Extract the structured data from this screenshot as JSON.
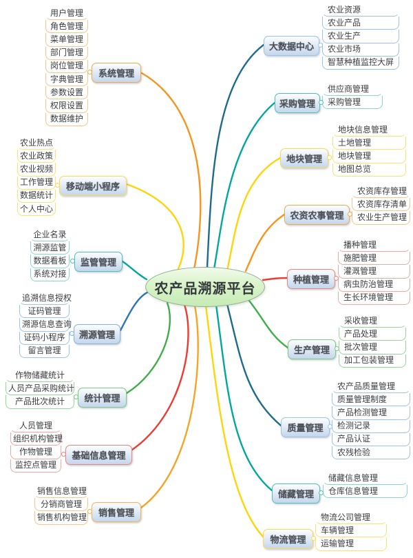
{
  "central": {
    "label": "农产品溯源平台",
    "fill": "#d9f3c9",
    "border_color": "#95ab8f"
  },
  "branches": [
    {
      "id": "system",
      "label": "系统管理",
      "side": "left",
      "line_color": "#f7941e",
      "border_color": "#f8a64a",
      "child_color": "#fbc488",
      "children": [
        "用户管理",
        "角色管理",
        "菜单管理",
        "部门管理",
        "岗位管理",
        "字典管理",
        "参数设置",
        "权限设置",
        "数据维护"
      ]
    },
    {
      "id": "mobile",
      "label": "移动端小程序",
      "side": "left",
      "line_color": "#ffd40a",
      "border_color": "#ffd84d",
      "child_color": "#ffe070",
      "children": [
        "农业热点",
        "农业政策",
        "农业视频",
        "工作管理",
        "数据统计",
        "个人中心"
      ]
    },
    {
      "id": "supervision",
      "label": "监管管理",
      "side": "left",
      "line_color": "#00a79b",
      "border_color": "#4fc0b8",
      "child_color": "#8ad5ce",
      "children": [
        "企业名录",
        "溯源监管",
        "数据看板",
        "系统对接"
      ]
    },
    {
      "id": "trace",
      "label": "溯源管理",
      "side": "left",
      "line_color": "#2e75b6",
      "border_color": "#86b2db",
      "child_color": "#9dc3e6",
      "children": [
        "追溯信息授权",
        "证码管理",
        "溯源信息查询",
        "证码小程序",
        "留言管理"
      ]
    },
    {
      "id": "stats",
      "label": "统计管理",
      "side": "left",
      "line_color": "#3fae49",
      "border_color": "#7cc981",
      "child_color": "#97d69b",
      "children": [
        "作物储藏统计",
        "人员产品采购统计",
        "产品批次统计"
      ]
    },
    {
      "id": "basic",
      "label": "基础信息管理",
      "side": "left",
      "line_color": "#ed3b2f",
      "border_color": "#f0837b",
      "child_color": "#f4a7a1",
      "children": [
        "人员管理",
        "组织机构管理",
        "作物管理",
        "监控点管理"
      ]
    },
    {
      "id": "sales",
      "label": "销售管理",
      "side": "left",
      "line_color": "#f7a325",
      "border_color": "#f8b255",
      "child_color": "#fbc488",
      "children": [
        "销售信息管理",
        "分销商管理",
        "销售机构管理"
      ]
    },
    {
      "id": "bigdata",
      "label": "大数据中心",
      "side": "right",
      "line_color": "#1c6b8c",
      "border_color": "#9dc3e6",
      "child_color": "#9dc3e6",
      "children": [
        "农业资源",
        "农业产品",
        "农业生产",
        "农业市场",
        "智慧种植监控大屏"
      ]
    },
    {
      "id": "purchase",
      "label": "采购管理",
      "side": "right",
      "line_color": "#00a79b",
      "border_color": "#4fc0b8",
      "child_color": "#8ad5ce",
      "children": [
        "供应商管理",
        "采购管理"
      ]
    },
    {
      "id": "plot",
      "label": "地块管理",
      "side": "right",
      "line_color": "#ffd40a",
      "border_color": "#ffd84d",
      "child_color": "#ffe070",
      "children": [
        "地块信息管理",
        "土地管理",
        "地块管理",
        "地图总览"
      ]
    },
    {
      "id": "agri",
      "label": "农资农事管理",
      "side": "right",
      "line_color": "#f7941e",
      "border_color": "#f8a64a",
      "child_color": "#fbc488",
      "children": [
        "农资库存管理",
        "农资库存清单",
        "农业生产管理"
      ]
    },
    {
      "id": "plant",
      "label": "种植管理",
      "side": "right",
      "line_color": "#ed3b2f",
      "border_color": "#f0837b",
      "child_color": "#f4a7a1",
      "children": [
        "播种管理",
        "施肥管理",
        "灌溉管理",
        "病虫防治管理",
        "生长环境管理"
      ]
    },
    {
      "id": "produce",
      "label": "生产管理",
      "side": "right",
      "line_color": "#3fae49",
      "border_color": "#7cc981",
      "child_color": "#97d69b",
      "children": [
        "采收管理",
        "产品处理",
        "批次管理",
        "加工包装管理"
      ]
    },
    {
      "id": "quality",
      "label": "质量管理",
      "side": "right",
      "line_color": "#1c6b8c",
      "border_color": "#9dc3e6",
      "child_color": "#9dc3e6",
      "children": [
        "农产品质量管理",
        "质量管理制度",
        "产品检测管理",
        "检测记录",
        "产品认证",
        "农残检验"
      ]
    },
    {
      "id": "storage",
      "label": "储藏管理",
      "side": "right",
      "line_color": "#00a79b",
      "border_color": "#4fc0b8",
      "child_color": "#8ad5ce",
      "children": [
        "储藏信息管理",
        "仓库信息管理"
      ]
    },
    {
      "id": "logistics",
      "label": "物流管理",
      "side": "right",
      "line_color": "#ffd40a",
      "border_color": "#ffd84d",
      "child_color": "#ffe070",
      "children": [
        "物流公司管理",
        "车辆管理",
        "运输管理"
      ]
    }
  ]
}
